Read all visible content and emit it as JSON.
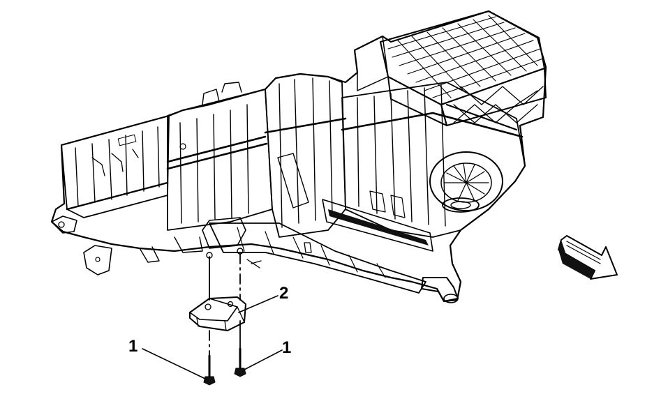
{
  "diagram": {
    "callouts": {
      "bolt_left": "1",
      "bolt_right": "1",
      "bracket": "2"
    },
    "colors": {
      "line": "#000000",
      "background": "#ffffff",
      "fill_light": "#ffffff",
      "fill_shade": "#d8d8d8",
      "fill_dark": "#111111"
    },
    "icons": {
      "view_direction": "view-direction-arrow-icon"
    }
  }
}
